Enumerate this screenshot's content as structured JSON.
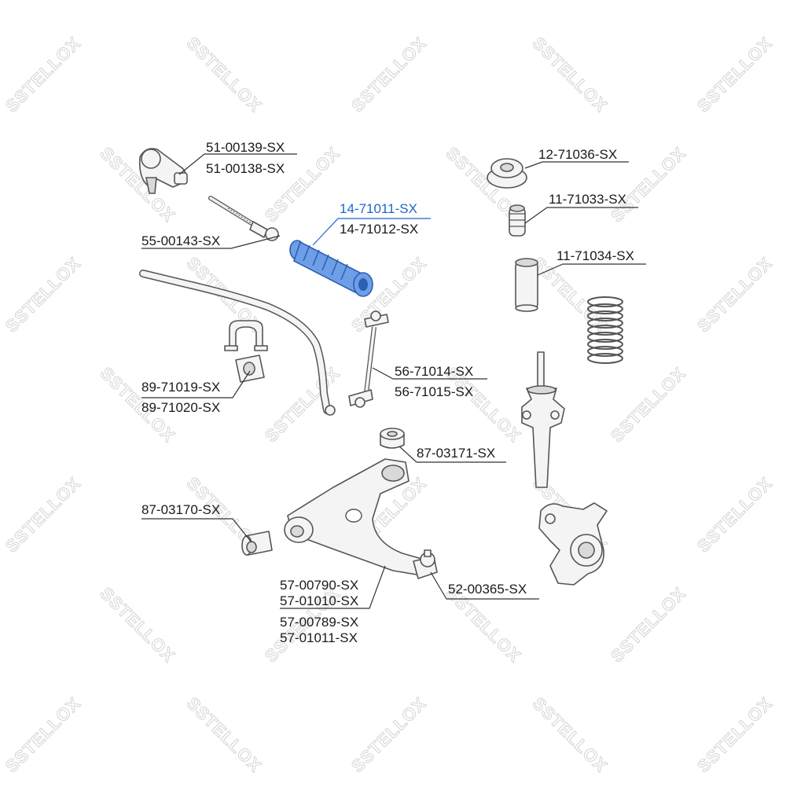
{
  "watermark": {
    "text": "SSTELLOX"
  },
  "colors": {
    "highlight": "#1f66c9",
    "highlight_part": "#6d9ee6",
    "line": "#333333"
  },
  "labels": {
    "p51_00139": "51-00139-SX",
    "p51_00138": "51-00138-SX",
    "p55_00143": "55-00143-SX",
    "p14_71011": "14-71011-SX",
    "p14_71012": "14-71012-SX",
    "p12_71036": "12-71036-SX",
    "p11_71033": "11-71033-SX",
    "p11_71034": "11-71034-SX",
    "p89_71019": "89-71019-SX",
    "p89_71020": "89-71020-SX",
    "p56_71014": "56-71014-SX",
    "p56_71015": "56-71015-SX",
    "p87_03171": "87-03171-SX",
    "p87_03170": "87-03170-SX",
    "p57_00790": "57-00790-SX",
    "p57_01010": "57-01010-SX",
    "p57_00789": "57-00789-SX",
    "p57_01011": "57-01011-SX",
    "p52_00365": "52-00365-SX"
  }
}
